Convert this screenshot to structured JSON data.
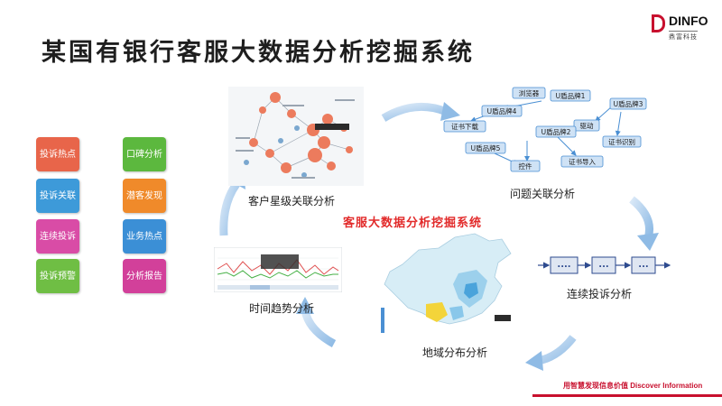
{
  "logo": {
    "name": "DINFO",
    "sub": "鼎富科技"
  },
  "title": "某国有银行客服大数据分析挖掘系统",
  "tiles": [
    {
      "label": "投诉热点",
      "color": "#e8654a"
    },
    {
      "label": "投诉关联",
      "color": "#3d9ad9"
    },
    {
      "label": "连续投诉",
      "color": "#d94ca6"
    },
    {
      "label": "投诉预警",
      "color": "#6fbe44"
    },
    {
      "label": "口碑分析",
      "color": "#5cb83e"
    },
    {
      "label": "潜客发现",
      "color": "#f08a2a"
    },
    {
      "label": "业务热点",
      "color": "#3b8fd6"
    },
    {
      "label": "分析报告",
      "color": "#d2409a"
    }
  ],
  "modules": {
    "star": "客户星级关联分析",
    "issue": "问题关联分析",
    "trend": "时间趋势分析",
    "region": "地域分布分析",
    "continuous": "连续投诉分析"
  },
  "center_title": "客服大数据分析挖掘系统",
  "flowchart": {
    "browser": "浏览器",
    "ukey1": "U盾品牌1",
    "ukey2": "U盾品牌2",
    "ukey3": "U盾品牌3",
    "ukey4": "U盾品牌4",
    "ukey5": "U盾品牌5",
    "cert_dl": "证书下载",
    "drive": "驱动",
    "cert_id": "证书识别",
    "control": "控件",
    "cert_import": "证书导入"
  },
  "dots": {
    "d1": "....",
    "d2": "...",
    "d3": "..."
  },
  "footer": "用智慧发现信息价值 Discover Information"
}
